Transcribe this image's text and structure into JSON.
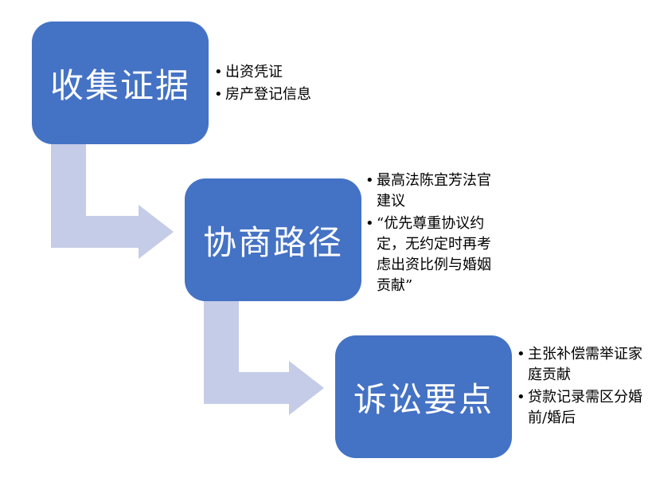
{
  "colors": {
    "box_fill": "#4472c4",
    "arrow_fill": "#c5cce8",
    "box_text": "#ffffff",
    "bullet_text": "#000000"
  },
  "steps": [
    {
      "title": "收集证据",
      "bullets": [
        "出资凭证",
        "房产登记信息"
      ]
    },
    {
      "title": "协商路径",
      "bullets": [
        "最高法陈宜芳法官建议",
        "“优先尊重协议约定，无约定时再考虑出资比例与婚姻贡献”"
      ]
    },
    {
      "title": "诉讼要点",
      "bullets": [
        "主张补偿需举证家庭贡献",
        "贷款记录需区分婚前/婚后"
      ]
    }
  ],
  "bullet_symbol": "•"
}
